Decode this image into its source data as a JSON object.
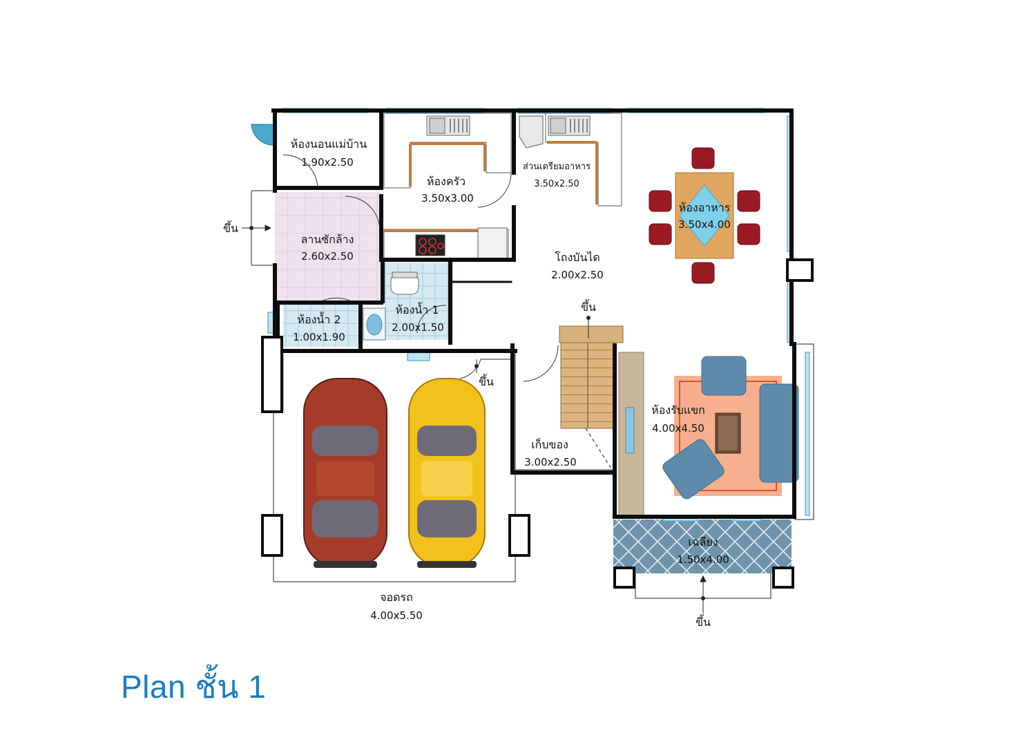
{
  "plan": {
    "title": "Plan ชั้น 1",
    "up_label": "ขึ้น",
    "colors": {
      "title": "#1a7cc1",
      "wall": "#111111",
      "window": "#7ec8e3"
    },
    "rooms": {
      "maid_bedroom": {
        "name": "ห้องนอนแม่บ้าน",
        "size": "1.90x2.50"
      },
      "kitchen": {
        "name": "ห้องครัว",
        "size": "3.50x3.00"
      },
      "food_prep": {
        "name": "ส่วนเตรียมอาหาร",
        "size": "3.50x2.50"
      },
      "dining": {
        "name": "ห้องอาหาร",
        "size": "3.50x4.00"
      },
      "laundry": {
        "name": "ลานซักล้าง",
        "size": "2.60x2.50"
      },
      "stairwell": {
        "name": "โถงบันได",
        "size": "2.00x2.50"
      },
      "bathroom1": {
        "name": "ห้องน้ำ 1",
        "size": "2.00x1.50"
      },
      "bathroom2": {
        "name": "ห้องน้ำ 2",
        "size": "1.00x1.90"
      },
      "storage": {
        "name": "เก็บของ",
        "size": "3.00x2.50"
      },
      "living": {
        "name": "ห้องรับแขก",
        "size": "4.00x4.50"
      },
      "terrace": {
        "name": "เฉลียง",
        "size": "1.50x4.00"
      },
      "garage": {
        "name": "จอดรถ",
        "size": "4.00x5.50"
      }
    }
  }
}
